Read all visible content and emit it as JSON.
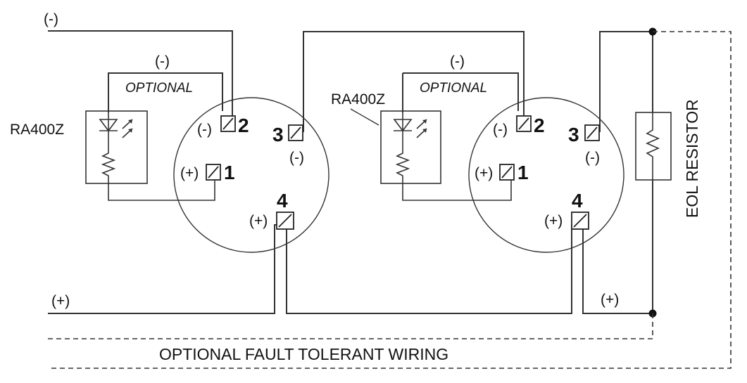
{
  "labels": {
    "neg": "(-)",
    "pos": "(+)",
    "optional": "OPTIONAL",
    "ra400z": "RA400Z",
    "eol_resistor": "EOL RESISTOR",
    "fault_tolerant": "OPTIONAL FAULT TOLERANT WIRING"
  },
  "terminals": {
    "t1": "1",
    "t2": "2",
    "t3": "3",
    "t4": "4"
  }
}
